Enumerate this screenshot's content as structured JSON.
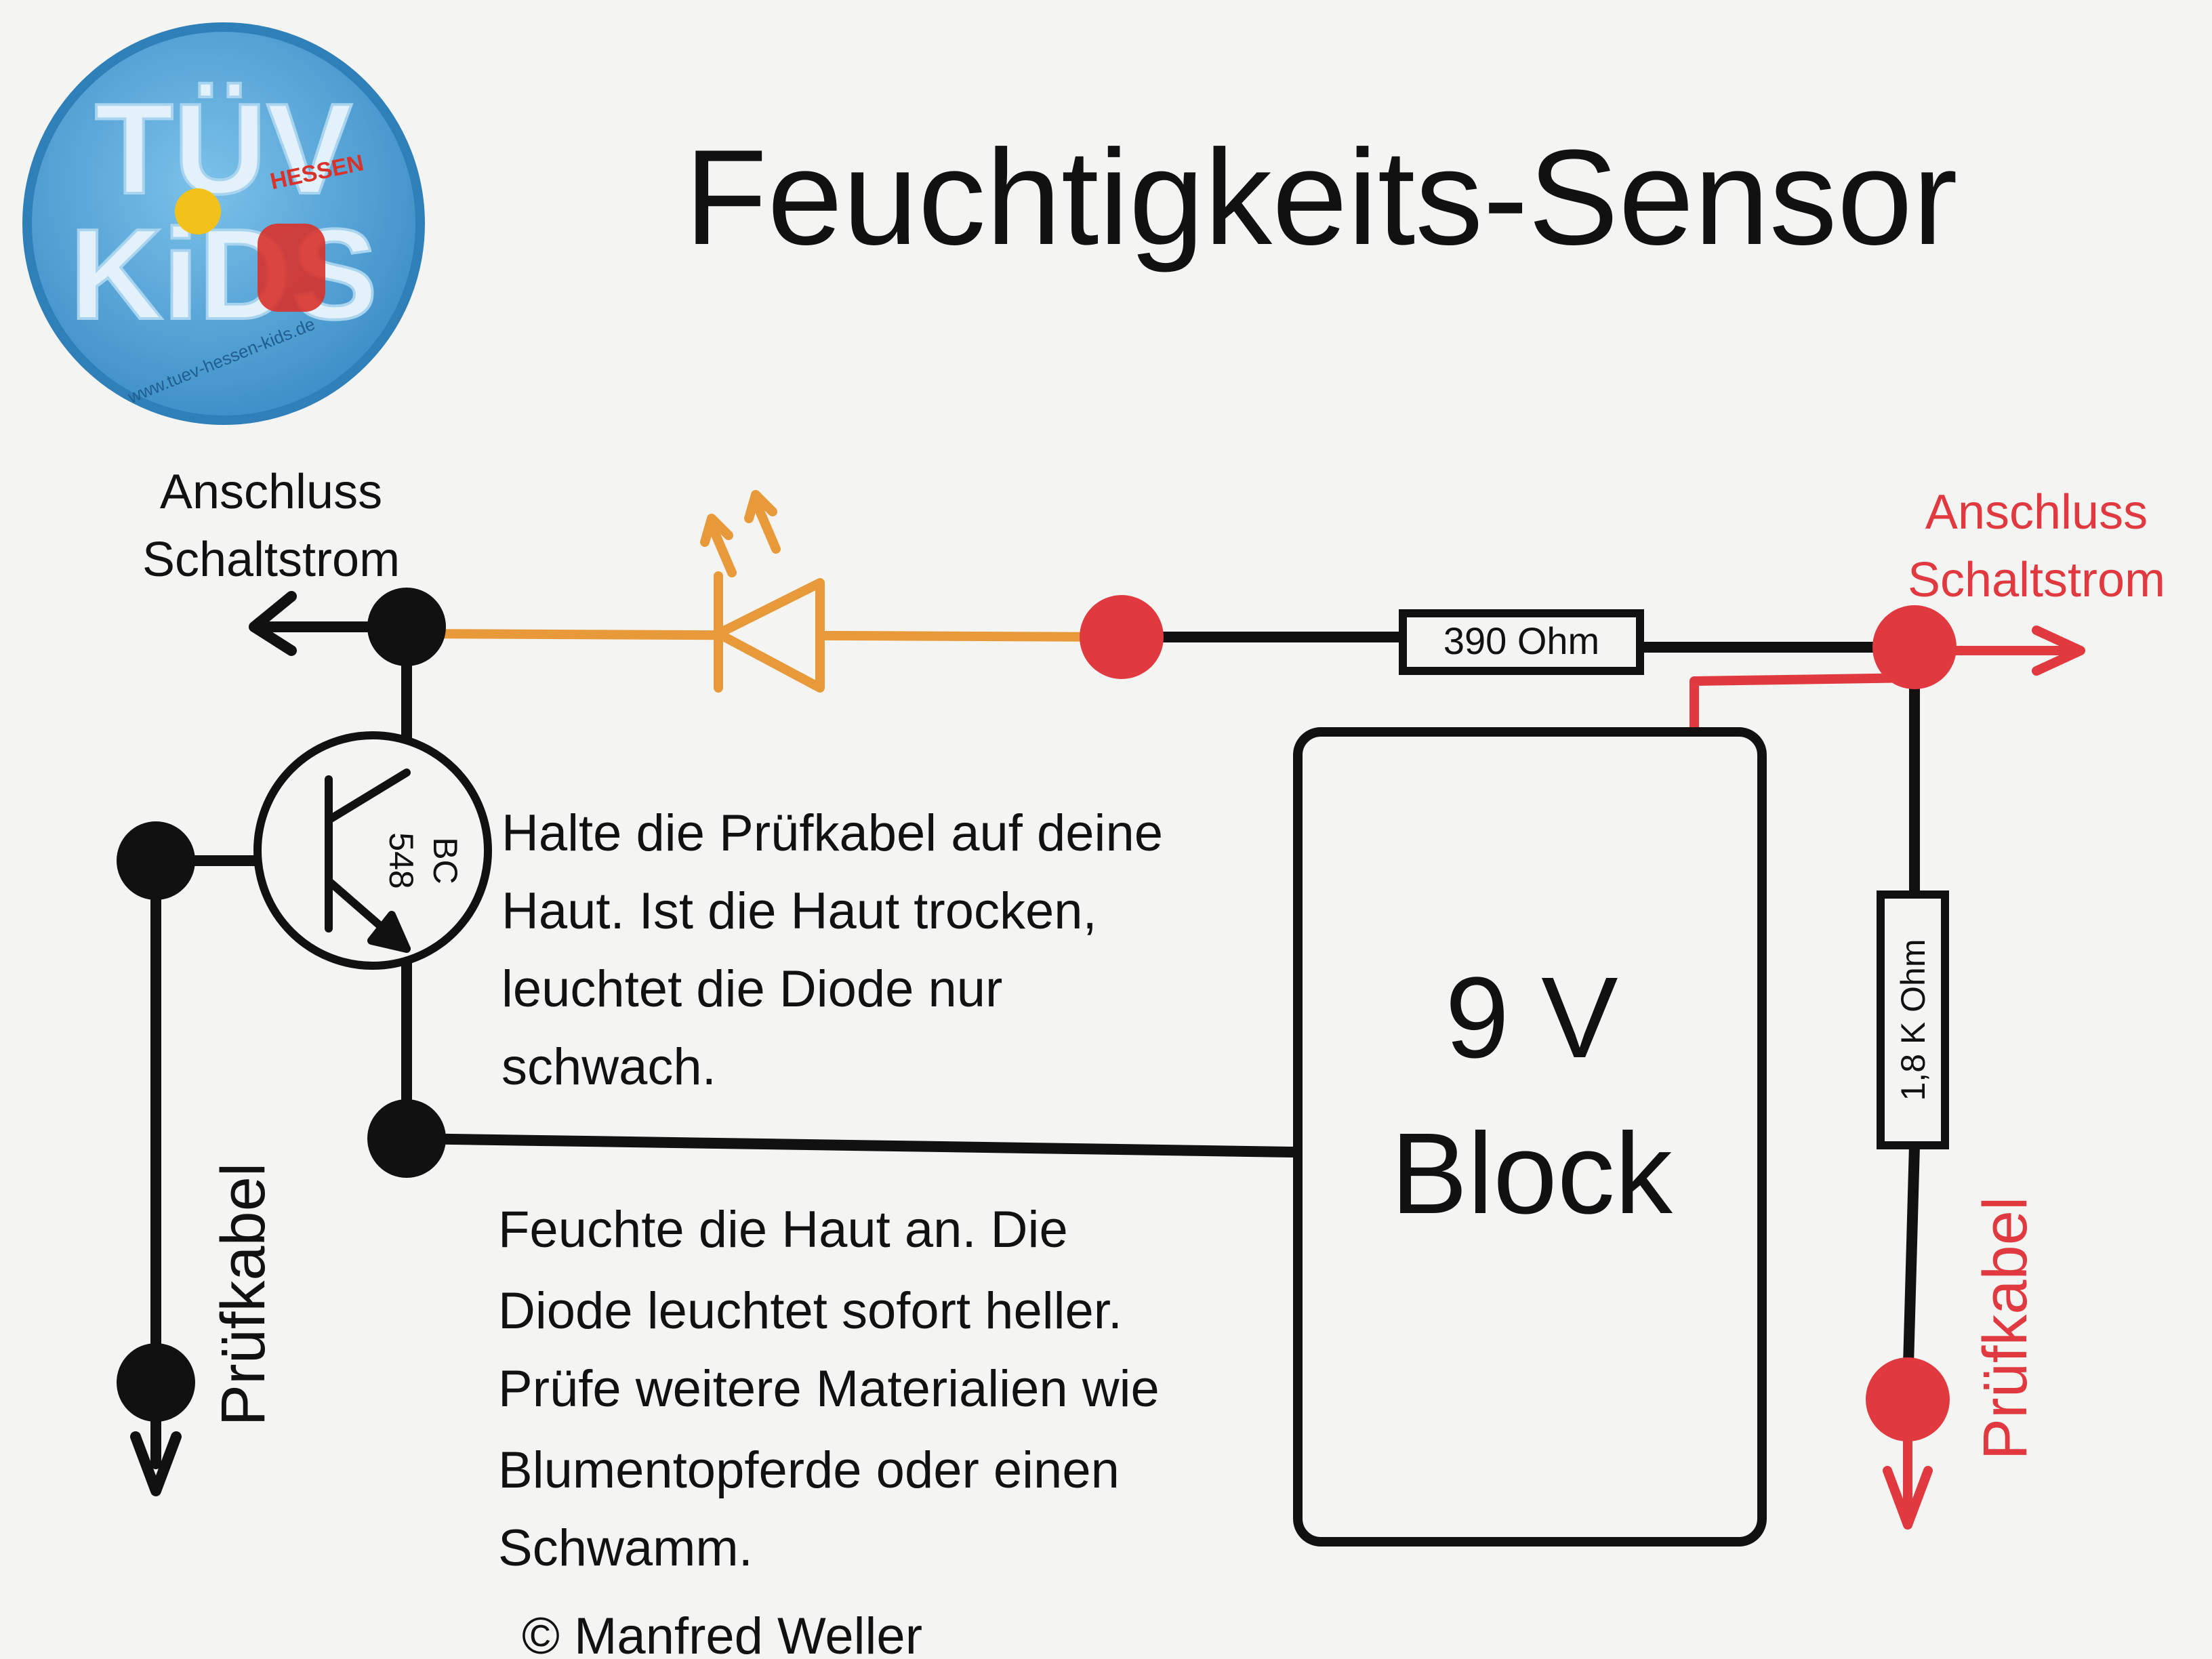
{
  "logo": {
    "top_text": "TÜV",
    "bottom_text": "KiDS",
    "side_text": "HESSEN",
    "url": "www.tuev-hessen-kids.de"
  },
  "title": "Feuchtigkeits-Sensor",
  "labels": {
    "left_connector": [
      "Anschluss",
      "Schaltstrom"
    ],
    "right_connector": [
      "Anschluss",
      "Schaltstrom"
    ],
    "left_probe": "Prüfkabel",
    "right_probe": "Prüfkabel",
    "resistor_top": "390 Ohm",
    "resistor_right": "1,8 K Ohm",
    "transistor": [
      "BC",
      "548"
    ],
    "battery": [
      "9 V",
      "Block"
    ]
  },
  "instructions": {
    "block1": [
      "Halte die Prüfkabel auf deine",
      "Haut. Ist die Haut trocken,",
      "leuchtet die Diode nur",
      "schwach."
    ],
    "block2": [
      "Feuchte die Haut an. Die",
      "Diode leuchtet sofort heller.",
      "Prüfe weitere Materialien wie",
      "Blumentopferde oder einen",
      "Schwamm."
    ]
  },
  "copyright": "© Manfred Weller",
  "colors": {
    "wire": "#111111",
    "led": "#e89a3a",
    "positive": "#e0393f",
    "logo_blue": "#4a9fd3",
    "logo_red": "#d8322b",
    "logo_yellow": "#f2c21a"
  }
}
